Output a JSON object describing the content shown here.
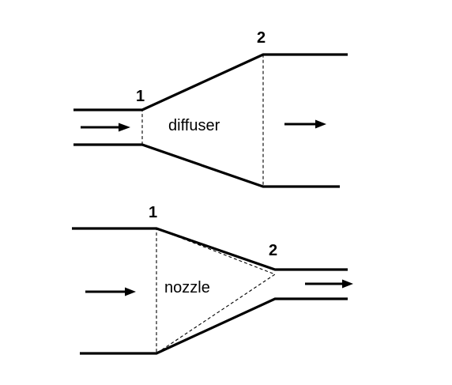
{
  "diffuser": {
    "label": "diffuser",
    "section_1": "1",
    "section_2": "2"
  },
  "nozzle": {
    "label": "nozzle",
    "section_1": "1",
    "section_2": "2"
  }
}
